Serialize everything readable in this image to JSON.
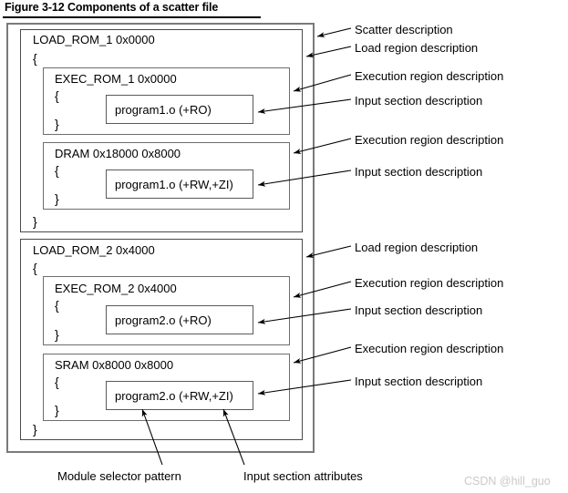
{
  "figure": {
    "title": "Figure 3-12 Components of a scatter file",
    "watermark": "CSDN @hill_guo"
  },
  "load_regions": [
    {
      "header": "LOAD_ROM_1 0x0000",
      "open_brace": "{",
      "close_brace": "}",
      "exec_regions": [
        {
          "header": "EXEC_ROM_1 0x0000",
          "open_brace": "{",
          "close_brace": "}",
          "input_section": "program1.o (+RO)"
        },
        {
          "header": "DRAM 0x18000 0x8000",
          "open_brace": "{",
          "close_brace": "}",
          "input_section": "program1.o (+RW,+ZI)"
        }
      ]
    },
    {
      "header": "LOAD_ROM_2 0x4000",
      "open_brace": "{",
      "close_brace": "}",
      "exec_regions": [
        {
          "header": "EXEC_ROM_2 0x4000",
          "open_brace": "{",
          "close_brace": "}",
          "input_section": "program2.o (+RO)"
        },
        {
          "header": "SRAM 0x8000 0x8000",
          "open_brace": "{",
          "close_brace": "}",
          "input_section": "program2.o (+RW,+ZI)"
        }
      ]
    }
  ],
  "annotations": [
    {
      "text": "Scatter description"
    },
    {
      "text": "Load region description"
    },
    {
      "text": "Execution region description"
    },
    {
      "text": "Input section description"
    },
    {
      "text": "Execution region description"
    },
    {
      "text": "Input section description"
    },
    {
      "text": "Load region description"
    },
    {
      "text": "Execution region description"
    },
    {
      "text": "Input section description"
    },
    {
      "text": "Execution region description"
    },
    {
      "text": "Input section description"
    }
  ],
  "bottom_annotations": [
    {
      "text": "Module selector pattern"
    },
    {
      "text": "Input section attributes"
    }
  ],
  "colors": {
    "outer_border": "#7a7a7a",
    "inner_border": "#4a4a4a",
    "leader_line": "#000000",
    "text": "#000000",
    "watermark": "#c9c9c9",
    "background": "#ffffff"
  }
}
